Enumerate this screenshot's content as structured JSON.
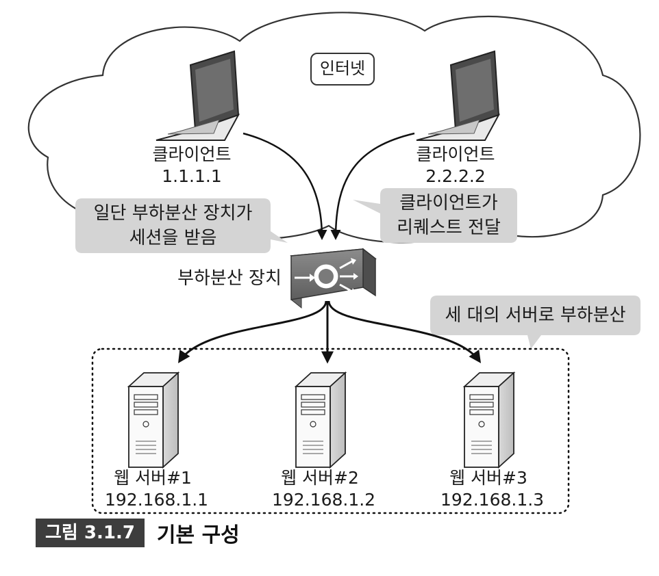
{
  "cloud_label": "인터넷",
  "clients": [
    {
      "name": "클라이언트",
      "ip": "1.1.1.1"
    },
    {
      "name": "클라이언트",
      "ip": "2.2.2.2"
    }
  ],
  "callouts": {
    "receive_session": [
      "일단 부하분산 장치가",
      "세션을 받음"
    ],
    "client_request": [
      "클라이언트가",
      "리퀘스트 전달"
    ],
    "distribute": "세 대의 서버로 부하분산"
  },
  "load_balancer_label": "부하분산 장치",
  "servers": [
    {
      "name": "웹 서버#1",
      "ip": "192.168.1.1"
    },
    {
      "name": "웹 서버#2",
      "ip": "192.168.1.2"
    },
    {
      "name": "웹 서버#3",
      "ip": "192.168.1.3"
    }
  ],
  "caption": {
    "tag": "그림 3.1.7",
    "title": "기본 구성"
  }
}
